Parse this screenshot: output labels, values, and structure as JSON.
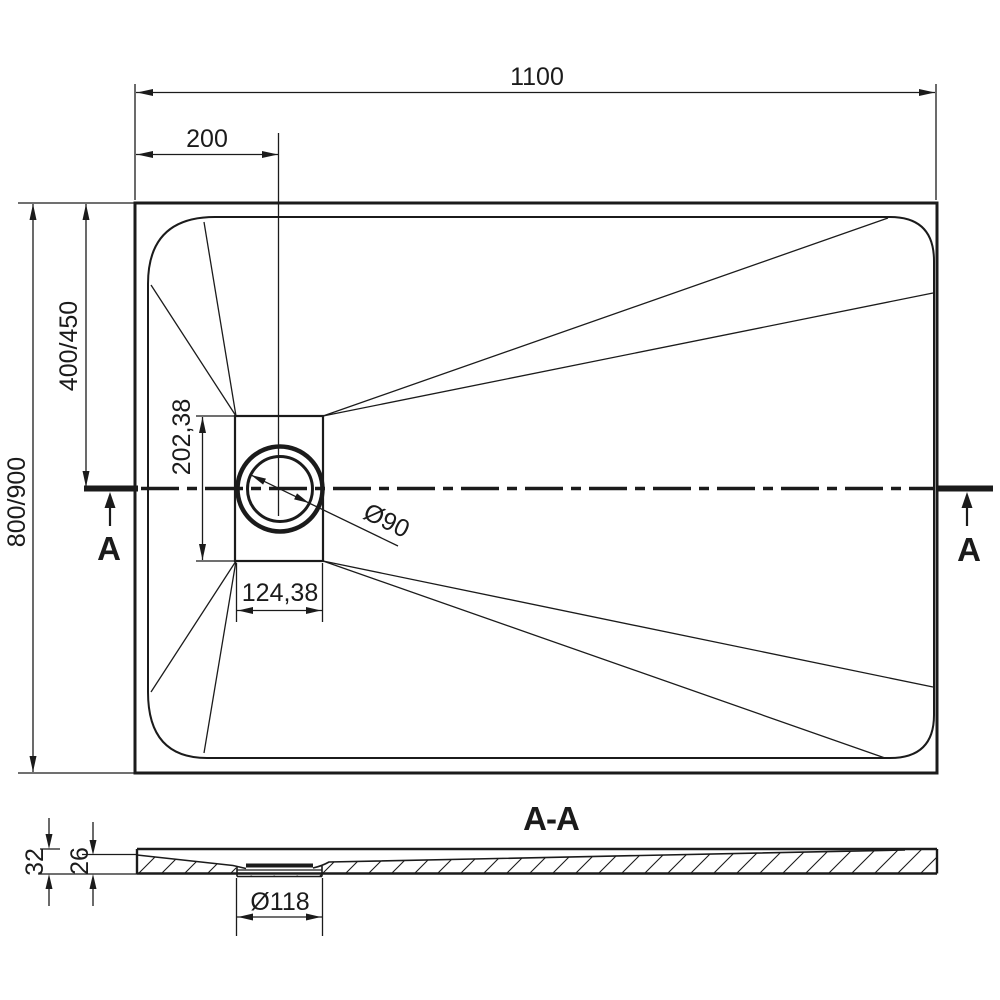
{
  "top_view": {
    "width_label": "1100",
    "drain_offset_label": "200",
    "depth_label": "800/900",
    "drain_center_depth_label": "400/450",
    "drain_box_height_label": "202,38",
    "drain_box_width_label": "124,38",
    "drain_diameter_label": "Ø90",
    "cut_label_left": "A",
    "cut_label_right": "A"
  },
  "section_view": {
    "title": "A-A",
    "total_height_label": "32",
    "floor_height_label": "26",
    "recess_diameter_label": "Ø118"
  },
  "colors": {
    "ink": "#1b1b1b",
    "background": "#ffffff"
  }
}
